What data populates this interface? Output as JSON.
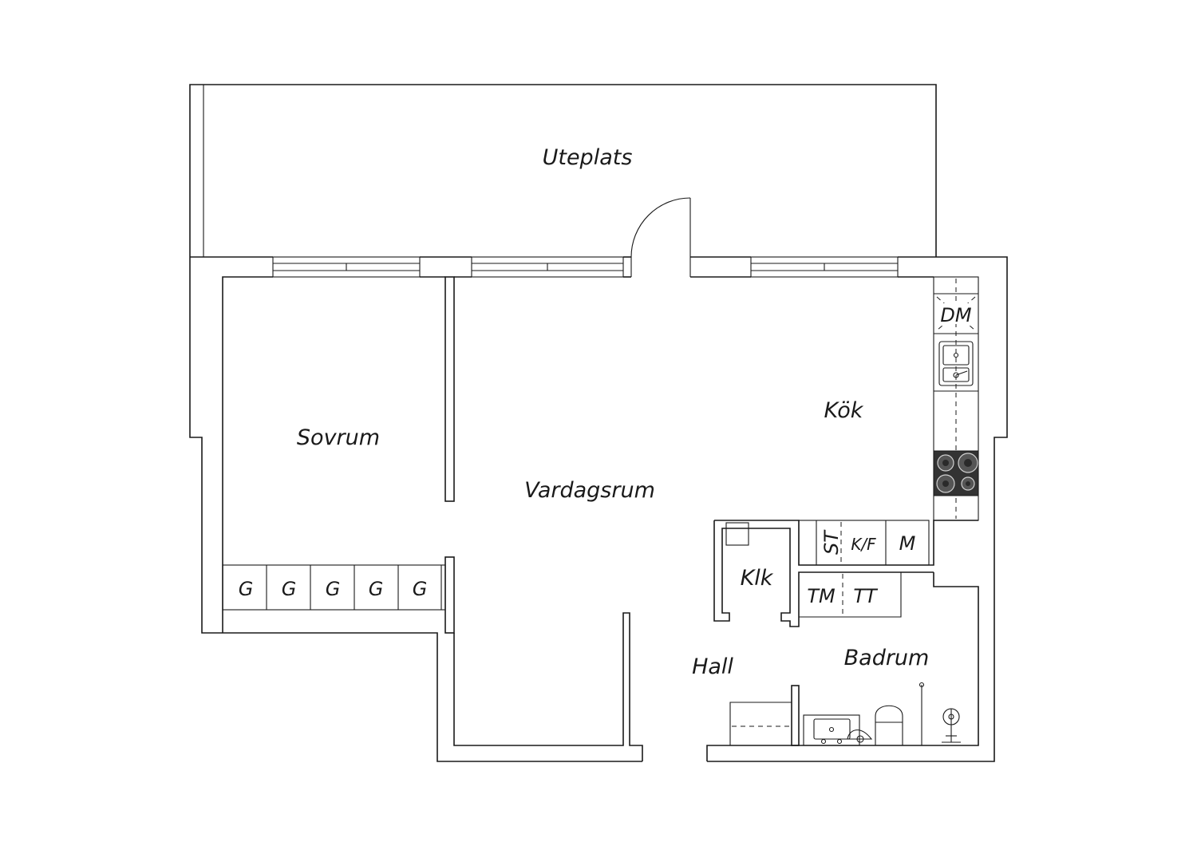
{
  "rooms": {
    "uteplats": "Uteplats",
    "sovrum": "Sovrum",
    "vardagsrum": "Vardagsrum",
    "kok": "Kök",
    "klk": "Klk",
    "hall": "Hall",
    "badrum": "Badrum"
  },
  "fixtures": {
    "dishwasher": "DM",
    "wardrobe": "G",
    "st": "ST",
    "kf": "K/F",
    "m": "M",
    "tm": "TM",
    "tt": "TT"
  }
}
